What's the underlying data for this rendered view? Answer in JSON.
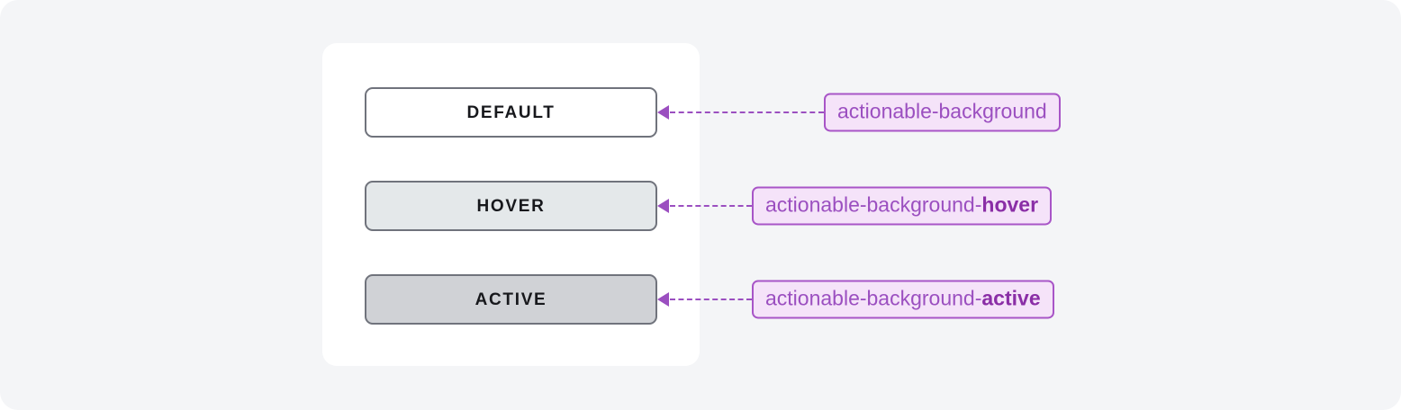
{
  "page": {
    "background_color": "#f4f5f7",
    "card_background_color": "#ffffff"
  },
  "colors": {
    "accent_purple": "#9b4fc0",
    "accent_purple_bold": "#8a2ea6",
    "chip_background": "#f5e3f9",
    "chip_border": "#a855c7",
    "button_border": "#70737c",
    "button_text": "#17181c"
  },
  "states": [
    {
      "button_label": "DEFAULT",
      "button_fill": "#ffffff",
      "token_base": "actionable-background",
      "token_suffix": "",
      "arrow_icon": "arrow-left-icon"
    },
    {
      "button_label": "HOVER",
      "button_fill": "#e4e8ea",
      "token_base": "actionable-background-",
      "token_suffix": "hover",
      "arrow_icon": "arrow-left-icon"
    },
    {
      "button_label": "ACTIVE",
      "button_fill": "#d0d2d6",
      "token_base": "actionable-background-",
      "token_suffix": "active",
      "arrow_icon": "arrow-left-icon"
    }
  ]
}
